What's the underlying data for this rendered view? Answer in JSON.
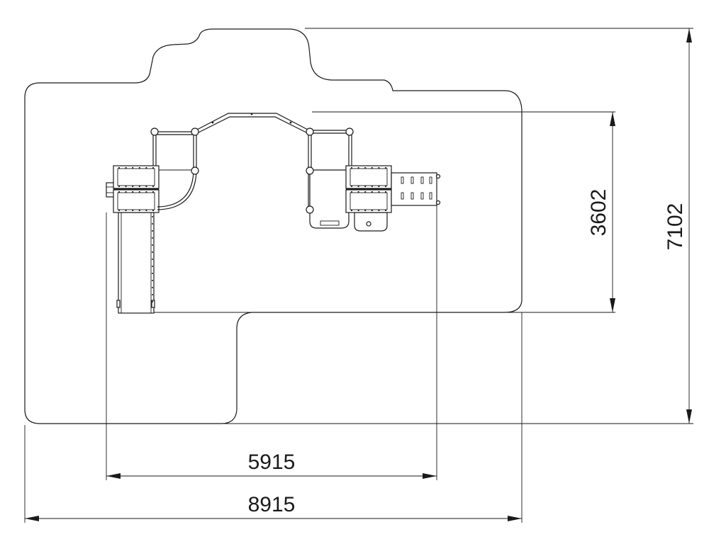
{
  "dimensions": {
    "width_total": "8915",
    "width_equipment": "5915",
    "height_total": "7102",
    "height_equipment": "3602"
  },
  "colors": {
    "line": "#1a1a1a",
    "background": "#ffffff"
  }
}
